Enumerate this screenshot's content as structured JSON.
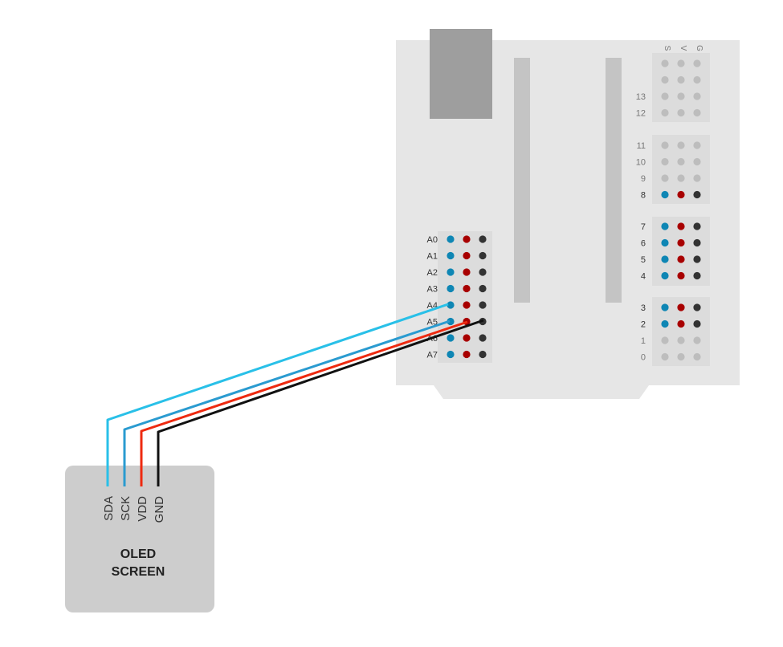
{
  "colors": {
    "signal": "#0e86b4",
    "power": "#a80000",
    "ground": "#333333",
    "inactive": "#bdbdbd",
    "wire_sda": "#29c0e8",
    "wire_sck": "#2a9bd0",
    "wire_vdd": "#ee2a10",
    "wire_gnd": "#111111"
  },
  "board": {
    "header_labels": [
      "S",
      "V",
      "G"
    ],
    "analog_pins": [
      {
        "label": "A0",
        "active": true
      },
      {
        "label": "A1",
        "active": true
      },
      {
        "label": "A2",
        "active": true
      },
      {
        "label": "A3",
        "active": true
      },
      {
        "label": "A4",
        "active": true
      },
      {
        "label": "A5",
        "active": true
      },
      {
        "label": "A6",
        "active": true
      },
      {
        "label": "A7",
        "active": true
      }
    ],
    "digital_groups": [
      [
        {
          "label": "",
          "active": false
        },
        {
          "label": "",
          "active": false
        },
        {
          "label": "13",
          "active": false
        },
        {
          "label": "12",
          "active": false
        }
      ],
      [
        {
          "label": "11",
          "active": false
        },
        {
          "label": "10",
          "active": false
        },
        {
          "label": "9",
          "active": false
        },
        {
          "label": "8",
          "active": true
        }
      ],
      [
        {
          "label": "7",
          "active": true
        },
        {
          "label": "6",
          "active": true
        },
        {
          "label": "5",
          "active": true
        },
        {
          "label": "4",
          "active": true
        }
      ],
      [
        {
          "label": "3",
          "active": true
        },
        {
          "label": "2",
          "active": true
        },
        {
          "label": "1",
          "active": false
        },
        {
          "label": "0",
          "active": false
        }
      ]
    ]
  },
  "oled": {
    "pins": [
      "SDA",
      "SCK",
      "VDD",
      "GND"
    ],
    "title_line1": "OLED",
    "title_line2": "SCREEN"
  }
}
